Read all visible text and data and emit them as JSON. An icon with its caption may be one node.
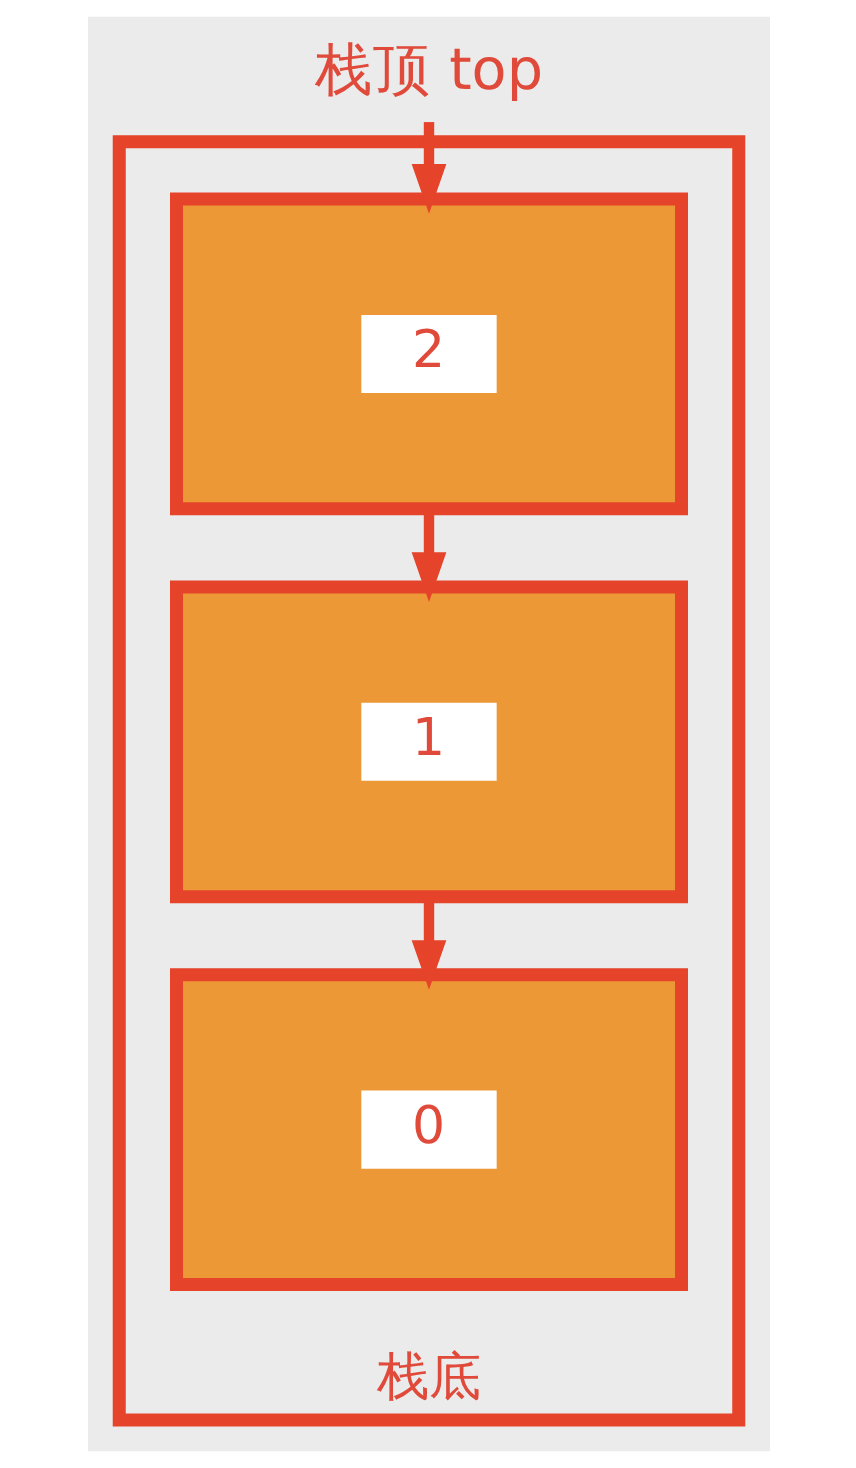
{
  "diagram": {
    "nodes": [
      {
        "text": [
          "栈顶 top"
        ]
      },
      {
        "text": [
          "栈底"
        ]
      },
      {
        "text": [
          "2"
        ],
        "in": 1
      },
      {
        "text": [
          "1"
        ],
        "in": 1
      },
      {
        "text": [
          "0"
        ],
        "in": 1
      }
    ],
    "edges": [
      {
        "from": 0,
        "to": 2,
        "arrow": "to"
      },
      {
        "from": 2,
        "to": 3,
        "arrow": "to"
      },
      {
        "from": 3,
        "to": 4,
        "arrow": "to"
      }
    ]
  }
}
